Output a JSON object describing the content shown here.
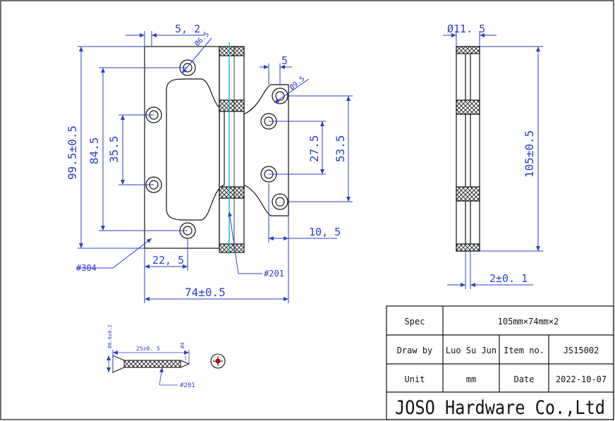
{
  "colors": {
    "dimension": "#2b3fc8",
    "outline": "#111111",
    "axis": "#00c0d0"
  },
  "front_view": {
    "width_top": "5, 2",
    "hole_dia_top": "Ø6.5",
    "total_height": "99.5±0.5",
    "hole_span_outer": "84.5",
    "hole_span_inner": "35.5",
    "material": "#304",
    "offset_left": "22, 5",
    "total_width": "74±0.5",
    "knuckle_mark": "#201"
  },
  "leaf_view": {
    "offset_top": "5",
    "hole_dia": "Ø9.5",
    "hole_span_inner": "27.5",
    "hole_span_outer": "53.5",
    "edge_offset": "10, 5"
  },
  "side_view": {
    "knuckle_dia": "Ø11. 5",
    "height": "105±0.5",
    "thickness": "2±0. 1"
  },
  "screw": {
    "head_dia": "Ø8.8±0.2",
    "length": "25±0. 5",
    "shank_dia": "Ø4",
    "material": "#201"
  },
  "title_block": {
    "spec_label": "Spec",
    "spec_value": "105mm×74mm×2",
    "draw_by_label": "Draw by",
    "draw_by_value": "Luo Su Jun",
    "item_label": "Item no.",
    "item_value": "JS15002",
    "unit_label": "Unit",
    "unit_value": "mm",
    "date_label": "Date",
    "date_value": "2022-10-07",
    "company": "JOSO Hardware Co.,Ltd"
  }
}
